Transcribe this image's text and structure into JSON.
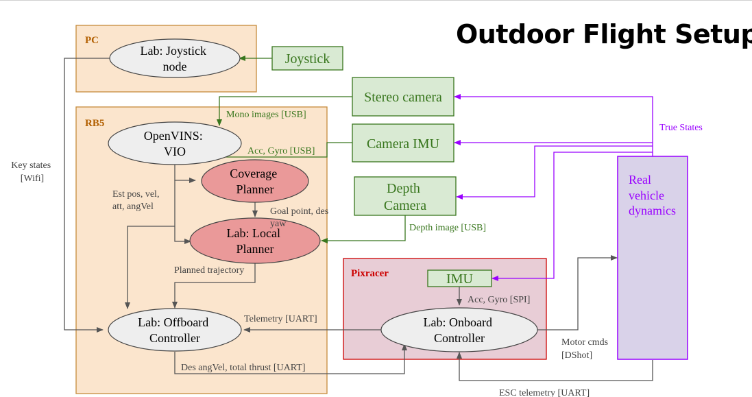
{
  "title": "Outdoor Flight Setup",
  "colors": {
    "container_fill": "#fbe5cd",
    "container_stroke": "#c58a3a",
    "container_label": "#b25f00",
    "pixracer_fill": "#e8cdd6",
    "pixracer_stroke": "#cc0000",
    "pixracer_label": "#cc0000",
    "node_fill": "#eeeeee",
    "planner_fill": "#ea9999",
    "sensor_fill": "#d9ead3",
    "sensor_stroke": "#38761d",
    "sensor_text": "#38761d",
    "dynamics_fill": "#d9d2e9",
    "dynamics_stroke": "#9900ff",
    "dynamics_text": "#9900ff",
    "arrow_gray": "#555555",
    "arrow_green": "#38761d",
    "arrow_purple": "#9900ff"
  },
  "containers": {
    "pc": "PC",
    "rb5": "RB5",
    "pixracer": "Pixracer"
  },
  "nodes": {
    "joystick_node": [
      "Lab: Joystick",
      "node"
    ],
    "openvins": [
      "OpenVINS:",
      "VIO"
    ],
    "coverage_planner": [
      "Coverage",
      "Planner"
    ],
    "local_planner": [
      "Lab: Local",
      "Planner"
    ],
    "offboard_controller": [
      "Lab: Offboard",
      "Controller"
    ],
    "onboard_controller": [
      "Lab: Onboard",
      "Controller"
    ]
  },
  "sensors": {
    "joystick": "Joystick",
    "stereo_camera": "Stereo camera",
    "camera_imu": "Camera IMU",
    "depth_camera": [
      "Depth",
      "Camera"
    ],
    "imu": "IMU"
  },
  "dynamics": [
    "Real",
    "vehicle",
    "dynamics"
  ],
  "edge_labels": {
    "mono_images": "Mono images [USB]",
    "acc_gyro_usb": "Acc, Gyro [USB]",
    "true_states": "True States",
    "key_states": [
      "Key states",
      "[Wifi]"
    ],
    "est_states": [
      "Est pos, vel,",
      "att, angVel"
    ],
    "goal_point": [
      "Goal point, des",
      "yaw"
    ],
    "depth_image": "Depth image [USB]",
    "planned_trajectory": "Planned trajectory",
    "acc_gyro_spi": "Acc, Gyro [SPI]",
    "telemetry": "Telemetry [UART]",
    "des_angvel": "Des angVel, total thrust [UART]",
    "motor_cmds": [
      "Motor cmds",
      "[DShot]"
    ],
    "esc_telemetry": "ESC telemetry [UART]"
  }
}
